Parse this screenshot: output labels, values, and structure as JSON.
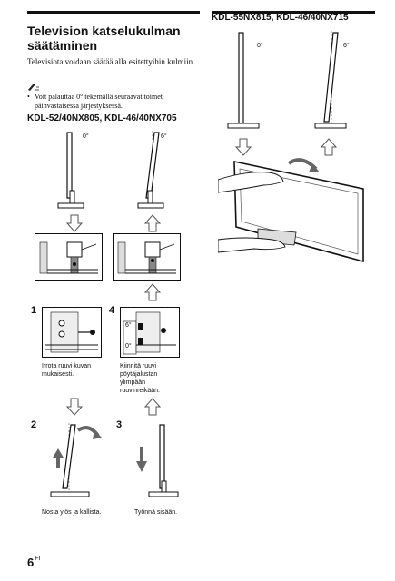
{
  "section": {
    "title": "Television katselukulman säätäminen",
    "intro": "Televisiota voidaan säätää alla esitettyihin kulmiin.",
    "note_bullet": "•",
    "note": "Voit palauttaa 0° tekemällä seuraavat toimet päinvastaisessa järjestyksessä."
  },
  "left_model": {
    "title": "KDL-52/40NX805, KDL-46/40NX705",
    "angle_0": "0°",
    "angle_6": "6°"
  },
  "right_model": {
    "title": "KDL-55NX815, KDL-46/40NX715",
    "angle_0": "0°",
    "angle_6": "6°"
  },
  "steps": [
    {
      "number": "1",
      "caption": "Irrota ruuvi kuvan mukaisesti."
    },
    {
      "number": "4",
      "caption": "Kiinnitä ruuvi pöytäjalustan ylimpään ruuvinreikään.",
      "angle_6": "6°",
      "angle_0": "0°"
    },
    {
      "number": "2",
      "caption": "Nosta ylös ja kallista."
    },
    {
      "number": "3",
      "caption": "Työnnä sisään."
    }
  ],
  "page": {
    "number": "6",
    "lang": "FI"
  }
}
